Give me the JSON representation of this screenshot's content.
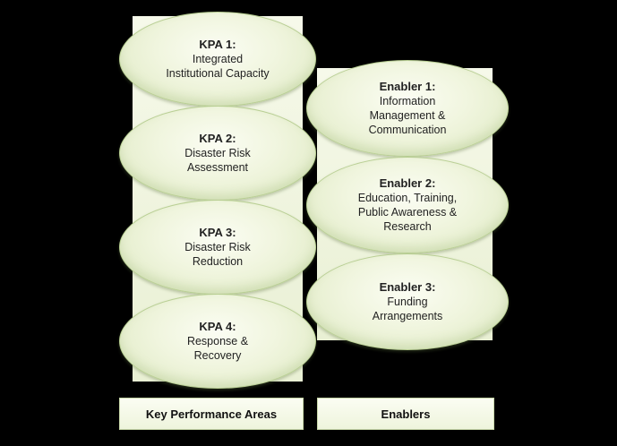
{
  "kpas": [
    {
      "title": "KPA 1:",
      "lines": [
        "Integrated",
        "Institutional Capacity"
      ]
    },
    {
      "title": "KPA 2:",
      "lines": [
        "Disaster Risk",
        "Assessment"
      ]
    },
    {
      "title": "KPA 3:",
      "lines": [
        "Disaster Risk",
        "Reduction"
      ]
    },
    {
      "title": "KPA 4:",
      "lines": [
        "Response &",
        "Recovery"
      ]
    }
  ],
  "enablers": [
    {
      "title": "Enabler 1:",
      "lines": [
        "Information",
        "Management &",
        "Communication"
      ]
    },
    {
      "title": "Enabler 2:",
      "lines": [
        "Education, Training,",
        "Public Awareness &",
        "Research"
      ]
    },
    {
      "title": "Enabler 3:",
      "lines": [
        "Funding",
        "Arrangements"
      ]
    }
  ],
  "labels": {
    "kpa": "Key Performance Areas",
    "enablers": "Enablers"
  }
}
